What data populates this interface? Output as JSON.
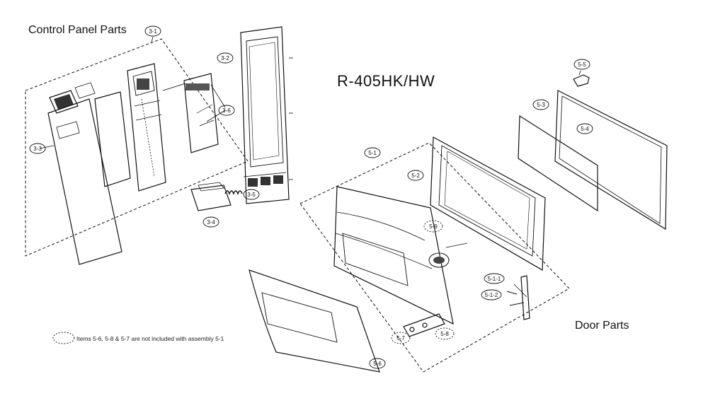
{
  "titles": {
    "control_panel": "Control Panel Parts",
    "model": "R-405HK/HW",
    "door": "Door Parts"
  },
  "note": "Items 5-6, 5-8 & 5-7 are not included with assembly 5-1",
  "labels": {
    "p3_1": "3-1",
    "p3_2": "3-2",
    "p3_3": "3-3",
    "p3_4": "3-4",
    "p3_5": "3-5",
    "p3_6": "3-6",
    "p5_1": "5-1",
    "p5_1_1": "5-1-1",
    "p5_1_2": "5-1-2",
    "p5_2": "5-2",
    "p5_3": "5-3",
    "p5_4": "5-4",
    "p5_5": "5-5",
    "p5_6": "5-6",
    "p5_7": "5-7",
    "p5_8": "5-8",
    "p5_9": "5-9"
  }
}
